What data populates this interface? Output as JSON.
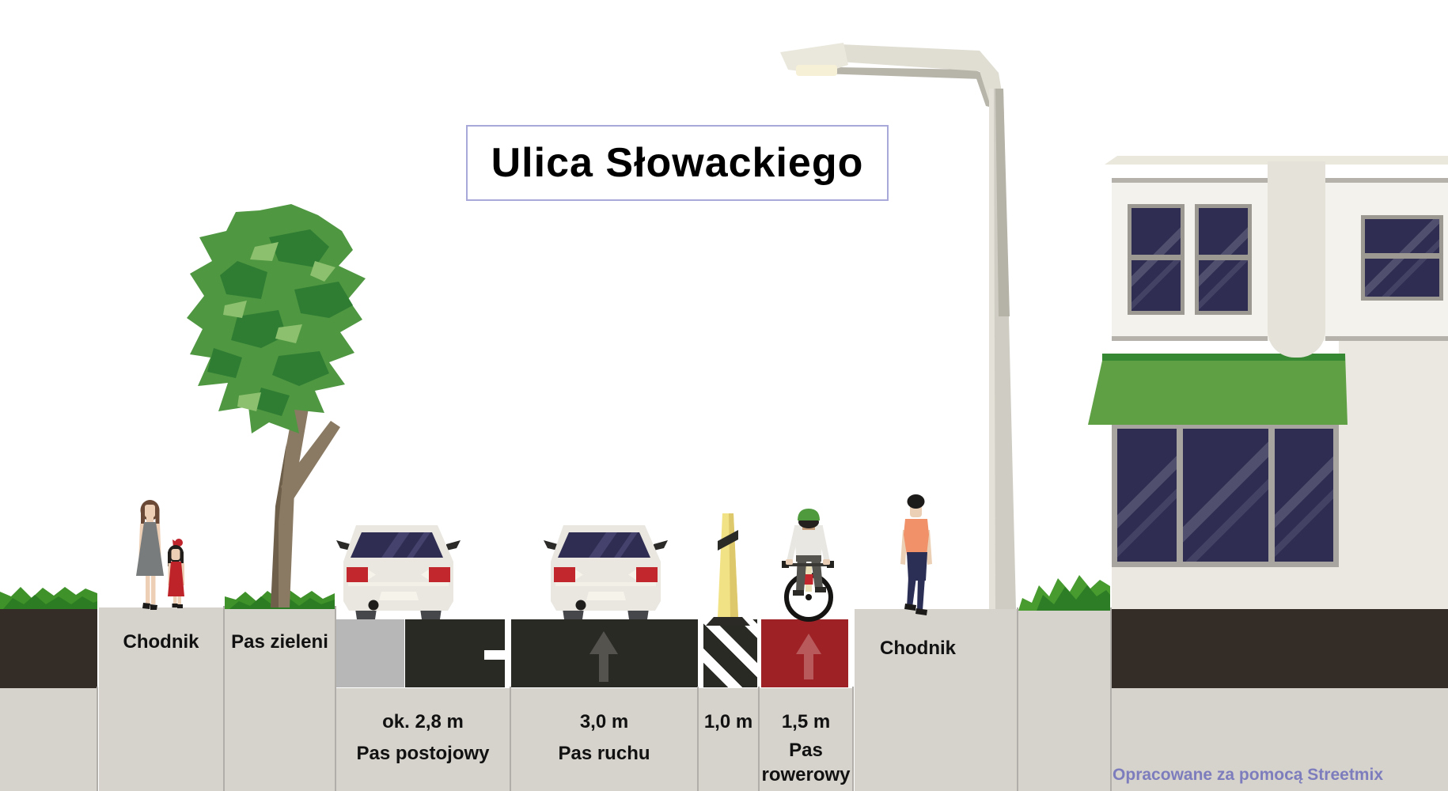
{
  "page": {
    "title_box": {
      "text": "Ulica Słowackiego"
    },
    "credit": {
      "text": "Opracowane za pomocą Streetmix"
    }
  },
  "segments": {
    "sidewalk_left": {
      "label": "Chodnik"
    },
    "green_strip": {
      "label": "Pas zieleni"
    },
    "parking": {
      "width": "ok. 2,8 m",
      "name": "Pas postojowy"
    },
    "drive_lane": {
      "width": "3,0 m",
      "name": "Pas ruchu"
    },
    "buffer": {
      "width": "1,0 m"
    },
    "bike_lane": {
      "width": "1,5 m",
      "name": "Pas rowerowy"
    },
    "sidewalk_right": {
      "label": "Chodnik"
    }
  },
  "colors": {
    "accent_border": "#a9a9d9",
    "credit_text": "#7d7dbd",
    "bike_lane_red": "#9e2126",
    "asphalt": "#2a2a25",
    "surface_beige": "#d6d3cc",
    "soil_brown": "#342c26",
    "parking_gray": "#b7b7b7",
    "awning_green": "#5fa044",
    "window_glass": "#2f2d52"
  }
}
